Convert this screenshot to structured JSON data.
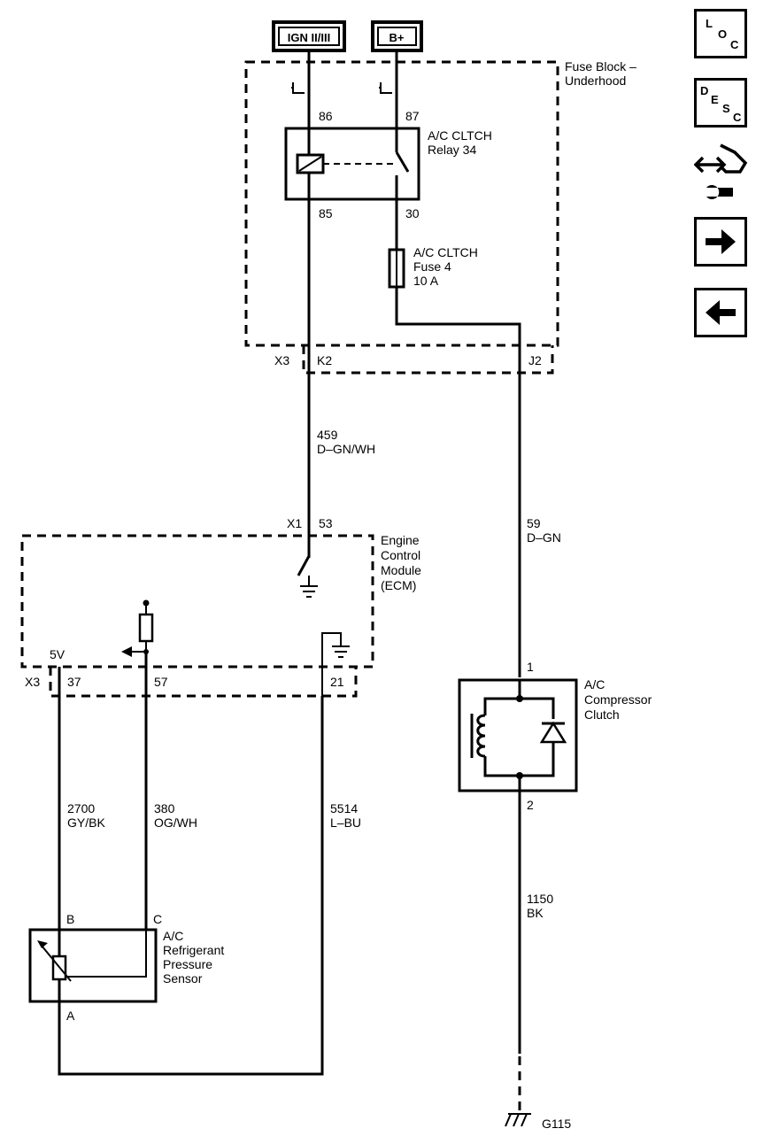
{
  "power_sources": {
    "ign": "IGN II/III",
    "bplus": "B+"
  },
  "fuse_block": {
    "line1": "Fuse Block –",
    "line2": "Underhood"
  },
  "relay": {
    "line1": "A/C CLTCH",
    "line2": "Relay 34",
    "pin86": "86",
    "pin87": "87",
    "pin85": "85",
    "pin30": "30"
  },
  "fuse": {
    "line1": "A/C CLTCH",
    "line2": "Fuse 4",
    "line3": "10 A"
  },
  "fuse_connector": {
    "name": "X3",
    "pin_k2": "K2",
    "pin_j2": "J2"
  },
  "wires": {
    "w459": {
      "num": "459",
      "color": "D–GN/WH"
    },
    "w59": {
      "num": "59",
      "color": "D–GN"
    },
    "w2700": {
      "num": "2700",
      "color": "GY/BK"
    },
    "w380": {
      "num": "380",
      "color": "OG/WH"
    },
    "w5514": {
      "num": "5514",
      "color": "L–BU"
    },
    "w1150": {
      "num": "1150",
      "color": "BK"
    }
  },
  "ecm": {
    "line1": "Engine",
    "line2": "Control",
    "line3": "Module",
    "line4": "(ECM)",
    "conn_x1": "X1",
    "pin53": "53",
    "conn_x3": "X3",
    "pin37": "37",
    "pin57": "57",
    "pin21": "21",
    "ref_voltage": "5V"
  },
  "compressor": {
    "line1": "A/C",
    "line2": "Compressor",
    "line3": "Clutch",
    "pin1": "1",
    "pin2": "2"
  },
  "sensor": {
    "line1": "A/C",
    "line2": "Refrigerant",
    "line3": "Pressure",
    "line4": "Sensor",
    "pinB": "B",
    "pinC": "C",
    "pinA": "A"
  },
  "ground": {
    "label": "G115"
  },
  "nav": {
    "loc": [
      "L",
      "O",
      "C"
    ],
    "desc": [
      "D",
      "E",
      "S",
      "C"
    ]
  }
}
